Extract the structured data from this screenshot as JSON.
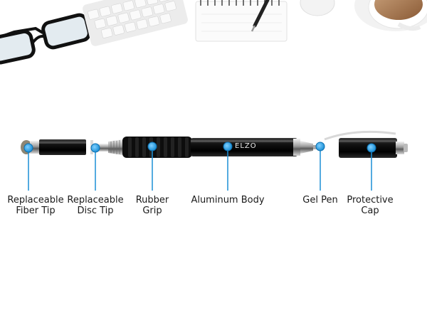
{
  "brand": "ELZO",
  "accent_color": "#1b8fd6",
  "parts": [
    {
      "label": "Replaceable\nFiber Tip"
    },
    {
      "label": "Replaceable\nDisc Tip"
    },
    {
      "label": "Rubber\nGrip"
    },
    {
      "label": "Aluminum Body"
    },
    {
      "label": "Gel Pen"
    },
    {
      "label": "Protective\nCap"
    }
  ]
}
